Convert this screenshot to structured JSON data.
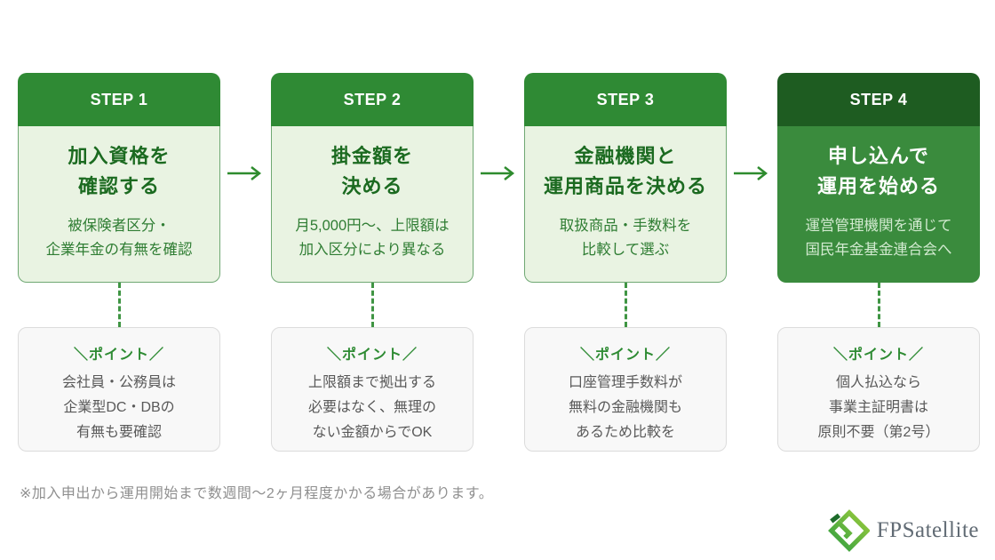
{
  "colors": {
    "header_green": "#2F8A34",
    "header_dark_green": "#1E5C21",
    "body_light_green": "#E9F3E2",
    "body_medium_green": "#3A8B3D",
    "title_dark_green": "#1B6A20",
    "desc_green": "#2F7D33",
    "desc_pale_green": "#D2EAD0",
    "point_label_green": "#2E8B33",
    "point_text_gray": "#595959",
    "arrow_green": "#2E8B2E",
    "dashed_connector_green": "#3F9543",
    "footer_gray": "#8F8F8F",
    "logo_text_gray": "#616B74",
    "logo_mark_light_green": "#9CCC3C",
    "logo_mark_green": "#2F9E41",
    "logo_mark_dark_green": "#1C6B2A"
  },
  "icons": {
    "arrow_right": "→",
    "logo_mark": "diamond-spiral"
  },
  "steps": [
    {
      "header": "STEP 1",
      "title": "加入資格を\n確認する",
      "description": "被保険者区分・\n企業年金の有無を確認",
      "point_label": "＼ポイント／",
      "point_text": "会社員・公務員は\n企業型DC・DBの\n有無も要確認"
    },
    {
      "header": "STEP 2",
      "title": "掛金額を\n決める",
      "description": "月5,000円〜、上限額は\n加入区分により異なる",
      "point_label": "＼ポイント／",
      "point_text": "上限額まで拠出する\n必要はなく、無理の\nない金額からでOK"
    },
    {
      "header": "STEP 3",
      "title": "金融機関と\n運用商品を決める",
      "description": "取扱商品・手数料を\n比較して選ぶ",
      "point_label": "＼ポイント／",
      "point_text": "口座管理手数料が\n無料の金融機関も\nあるため比較を"
    },
    {
      "header": "STEP 4",
      "title": "申し込んで\n運用を始める",
      "description": "運営管理機関を通じて\n国民年金基金連合会へ",
      "point_label": "＼ポイント／",
      "point_text": "個人払込なら\n事業主証明書は\n原則不要（第2号）"
    }
  ],
  "footer_note": "※加入申出から運用開始まで数週間〜2ヶ月程度かかる場合があります。",
  "logo": {
    "text": "FPSatellite"
  }
}
